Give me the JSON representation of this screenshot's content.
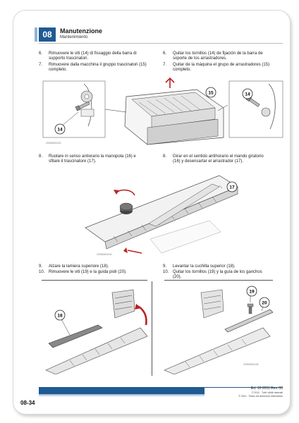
{
  "header": {
    "chapter": "08",
    "title": "Manutenzione",
    "subtitle": "Mantenimiento"
  },
  "steps": {
    "s6_it": {
      "num": "6.",
      "text": "Rimuovere le viti (14) di fissaggio della barra di supporto trascinatori."
    },
    "s7_it": {
      "num": "7.",
      "text": "Rimuovere dalla macchina il gruppo trascinatori (15) completo."
    },
    "s6_es": {
      "num": "6.",
      "text": "Quitar los tornillos (14) de fijación de la barra de soporte de los arrastradores."
    },
    "s7_es": {
      "num": "7.",
      "text": "Quitar de la máquina el grupo de arrastradores (15) completo."
    },
    "s8_it": {
      "num": "8.",
      "text": "Ruotare in senso antiorario la manopola (16) e sfilare il trascinatore (17)."
    },
    "s8_es": {
      "num": "8.",
      "text": "Girar en el sentido antihorario el mando giratorio (16) y desensartar el arrastrador (17)."
    },
    "s9_it": {
      "num": "9.",
      "text": "Alzare la lamiera superiore (18)."
    },
    "s10_it": {
      "num": "10.",
      "text": "Rimuovere le viti (19) e la guida pioli (20)."
    },
    "s9_es": {
      "num": "9.",
      "text": "Levantar la cuchilla superior (18)."
    },
    "s10_es": {
      "num": "10.",
      "text": "Quitar los tornillos (19) y la guía de los ganchos (20)."
    }
  },
  "figures": {
    "fig1": {
      "code": "CEM0000133",
      "callouts": [
        "14",
        "15",
        "14"
      ]
    },
    "fig2": {
      "code": "CEM0000134",
      "callouts": [
        "17"
      ]
    },
    "fig3": {
      "code": "CEM0000135",
      "callouts": [
        "18",
        "19",
        "20"
      ]
    }
  },
  "footer": {
    "edition": "Ed. 12-2011 Rev. 00",
    "copyright_it": "© 2011 - Tutti i diritti riservati",
    "copyright_es": "© 2011 - Todos los derechos reservados",
    "page_number": "08-34"
  },
  "colors": {
    "accent": "#1f5a92",
    "accent_light": "#8fb3d9"
  }
}
